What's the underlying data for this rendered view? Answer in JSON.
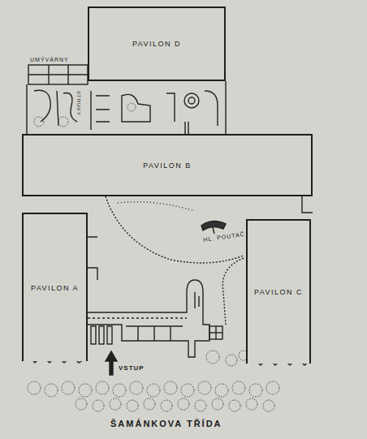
{
  "diagram": {
    "nodes": [
      {
        "text": [
          "PAVILON D"
        ]
      },
      {
        "text": [
          "PAVILON B"
        ]
      },
      {
        "text": [
          "PAVILON A"
        ]
      },
      {
        "text": [
          "PAVILON C"
        ]
      }
    ],
    "labels": [
      "UMÝVÁRNY",
      "STRUHY",
      "HL. POUTAČ",
      "VSTUP",
      "ŠAMÁNKOVA TŘÍDA"
    ]
  }
}
